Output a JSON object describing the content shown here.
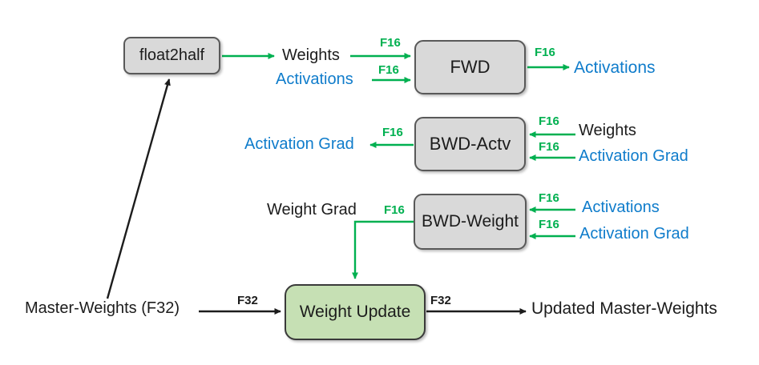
{
  "diagram": {
    "colors": {
      "arrow_green": "#00B050",
      "text_blue": "#0F7CCB",
      "text_black": "#1c1c1c",
      "node_gray_fill": "#D9D9D9",
      "node_gray_border": "#595959",
      "node_green_fill": "#C6E0B4",
      "node_green_border": "#3a3a3a"
    },
    "nodes": {
      "float2half": {
        "label": "float2half"
      },
      "fwd": {
        "label": "FWD"
      },
      "bwd_actv": {
        "label": "BWD-Actv"
      },
      "bwd_weight": {
        "label": "BWD-Weight"
      },
      "weight_update": {
        "label": "Weight Update"
      }
    },
    "labels": {
      "weights": "Weights",
      "activations": "Activations",
      "activation_grad": "Activation Grad",
      "weight_grad": "Weight Grad",
      "master_weights": "Master-Weights (F32)",
      "updated_master_weights": "Updated Master-Weights",
      "f16": "F16",
      "f32": "F32"
    },
    "edges": [
      {
        "from": "float2half",
        "to": "Weights",
        "color": "green"
      },
      {
        "from": "Weights",
        "to": "FWD",
        "precision": "F16",
        "color": "green"
      },
      {
        "from": "Activations",
        "to": "FWD",
        "precision": "F16",
        "color": "green"
      },
      {
        "from": "FWD",
        "to": "Activations",
        "precision": "F16",
        "color": "green"
      },
      {
        "from": "BWD-Actv",
        "to": "Activation Grad",
        "precision": "F16",
        "color": "green"
      },
      {
        "from": "Weights",
        "to": "BWD-Actv",
        "precision": "F16",
        "color": "green"
      },
      {
        "from": "Activation Grad",
        "to": "BWD-Actv",
        "precision": "F16",
        "color": "green"
      },
      {
        "from": "BWD-Weight",
        "to": "Weight Update",
        "precision": "F16",
        "color": "green",
        "label": "Weight Grad"
      },
      {
        "from": "Activations",
        "to": "BWD-Weight",
        "precision": "F16",
        "color": "green"
      },
      {
        "from": "Activation Grad",
        "to": "BWD-Weight",
        "precision": "F16",
        "color": "green"
      },
      {
        "from": "Master-Weights (F32)",
        "to": "float2half",
        "color": "black"
      },
      {
        "from": "Master-Weights (F32)",
        "to": "Weight Update",
        "precision": "F32",
        "color": "black"
      },
      {
        "from": "Weight Update",
        "to": "Updated Master-Weights",
        "precision": "F32",
        "color": "black"
      }
    ]
  }
}
